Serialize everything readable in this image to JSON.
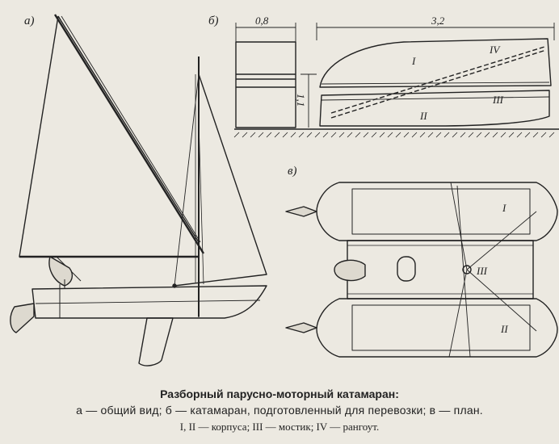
{
  "panels": {
    "a": "а)",
    "b": "б)",
    "v": "в)"
  },
  "dimensions": {
    "width": "0,8",
    "length": "3,2",
    "height": "1,1"
  },
  "part_labels": {
    "hull_1": "I",
    "hull_2": "II",
    "bridge": "III",
    "rigging": "IV"
  },
  "caption": {
    "title": "Разборный парусно-моторный катамаран:",
    "line1": "а — общий вид; б — катамаран, подготовленный для перевозки; в — план.",
    "line2": "I, II — корпуса; III — мостик; IV — рангоут."
  }
}
